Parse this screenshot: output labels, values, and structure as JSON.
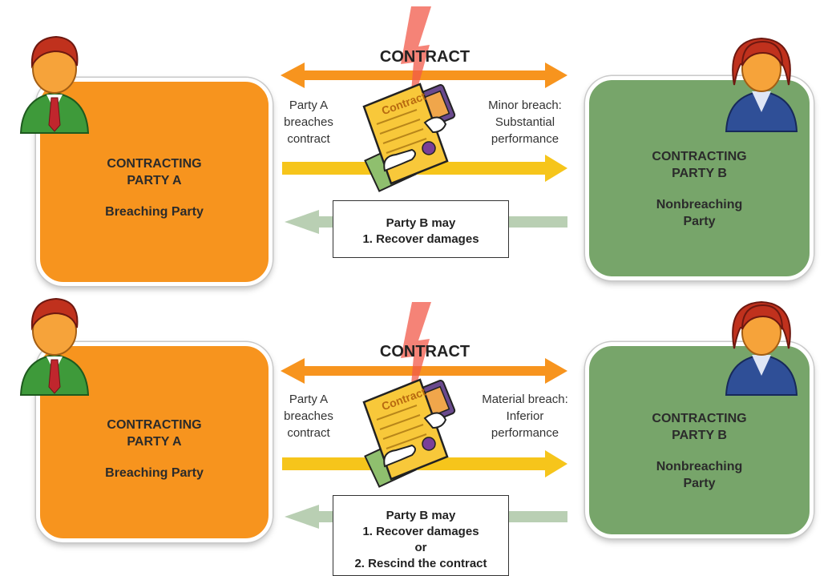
{
  "panels": [
    {
      "contract_label": "CONTRACT",
      "party_a": {
        "title_line1": "CONTRACTING",
        "title_line2": "PARTY A",
        "role": "Breaching Party"
      },
      "party_b": {
        "title_line1": "CONTRACTING",
        "title_line2": "PARTY B",
        "role_line1": "Nonbreaching",
        "role_line2": "Party"
      },
      "left_note": [
        "Party A",
        "breaches",
        "contract"
      ],
      "right_note": [
        "Minor breach:",
        "Substantial",
        "performance"
      ],
      "document_label": "Contract",
      "remedy": [
        "Party B may",
        "1. Recover damages"
      ]
    },
    {
      "contract_label": "CONTRACT",
      "party_a": {
        "title_line1": "CONTRACTING",
        "title_line2": "PARTY A",
        "role": "Breaching Party"
      },
      "party_b": {
        "title_line1": "CONTRACTING",
        "title_line2": "PARTY B",
        "role_line1": "Nonbreaching",
        "role_line2": "Party"
      },
      "left_note": [
        "Party A",
        "breaches",
        "contract"
      ],
      "right_note": [
        "Material breach:",
        "Inferior",
        "performance"
      ],
      "document_label": "Contract",
      "remedy": [
        "Party B may",
        "1. Recover damages",
        "or",
        "2. Rescind the contract"
      ]
    }
  ],
  "colors": {
    "party_a_box": "#f7941e",
    "party_b_box": "#77a56a",
    "contract_arrow": "#f7941e",
    "performance_arrow": "#f6c51b",
    "remedy_arrow": "#b9cfb3",
    "breach_bolt": "#f15a4a"
  },
  "icons": {
    "party_a_avatar": "man-green-suit-red-tie-icon",
    "party_b_avatar": "woman-blue-suit-icon",
    "document": "contract-document-icon",
    "breach": "lightning-bolt-icon"
  }
}
